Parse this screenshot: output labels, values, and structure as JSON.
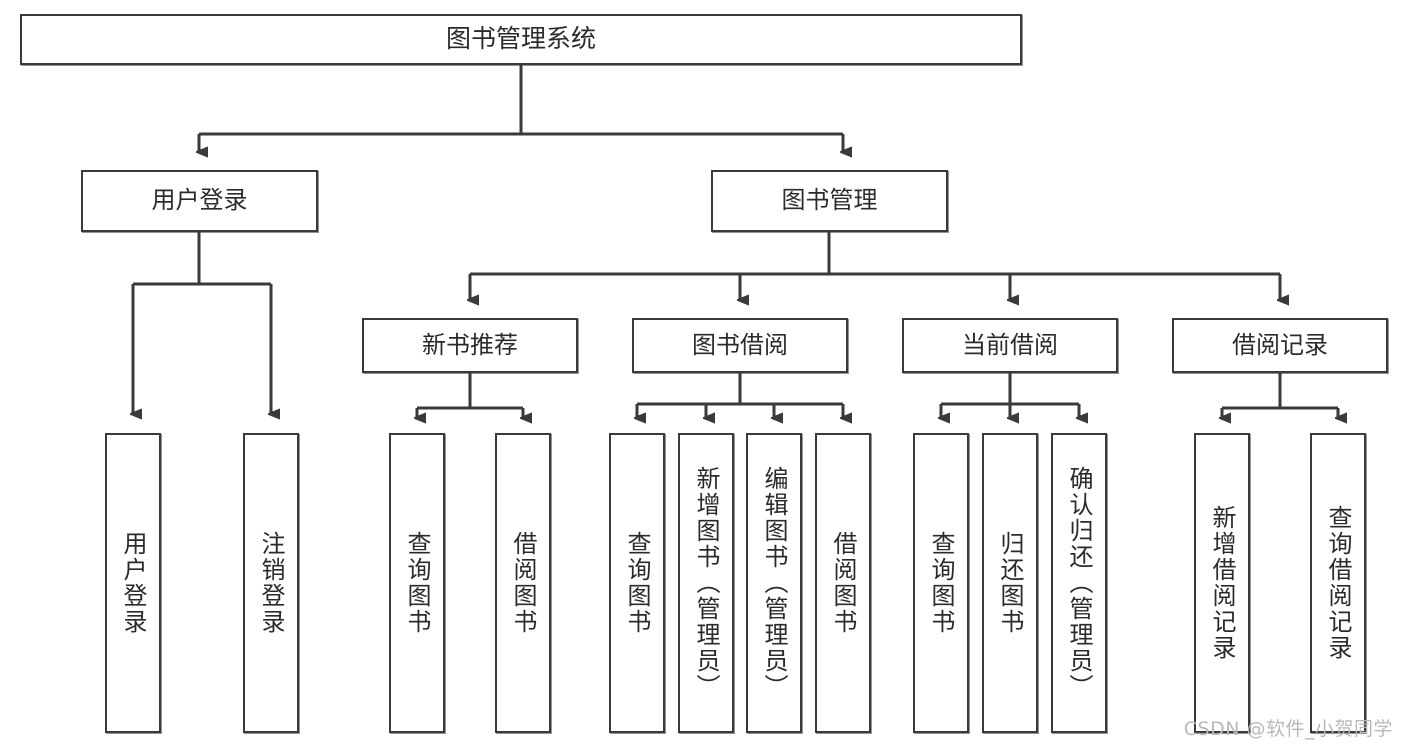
{
  "diagram": {
    "type": "tree",
    "title": "图书管理系统",
    "orientation": "top-down",
    "colors": {
      "box_border": "#3a3a3a",
      "box_fill": "#ffffff",
      "connector": "#3a3a3a",
      "text": "#2b2b2b",
      "watermark": "#b9b9b9"
    },
    "root": {
      "label": "图书管理系统"
    },
    "level2": [
      {
        "label": "用户登录"
      },
      {
        "label": "图书管理"
      }
    ],
    "level3": [
      {
        "label": "新书推荐"
      },
      {
        "label": "图书借阅"
      },
      {
        "label": "当前借阅"
      },
      {
        "label": "借阅记录"
      }
    ],
    "leaves": {
      "user_login": [
        {
          "label": "用户登录"
        },
        {
          "label": "注销登录"
        }
      ],
      "new_book_recommend": [
        {
          "label": "查询图书"
        },
        {
          "label": "借阅图书"
        }
      ],
      "book_borrow": [
        {
          "label": "查询图书"
        },
        {
          "label": "新增图书（管理员）"
        },
        {
          "label": "编辑图书（管理员）"
        },
        {
          "label": "借阅图书"
        }
      ],
      "current_borrow": [
        {
          "label": "查询图书"
        },
        {
          "label": "归还图书"
        },
        {
          "label": "确认归还（管理员）"
        }
      ],
      "borrow_record": [
        {
          "label": "新增借阅记录"
        },
        {
          "label": "查询借阅记录"
        }
      ]
    },
    "watermark": "CSDN @软件_小贺同学"
  }
}
